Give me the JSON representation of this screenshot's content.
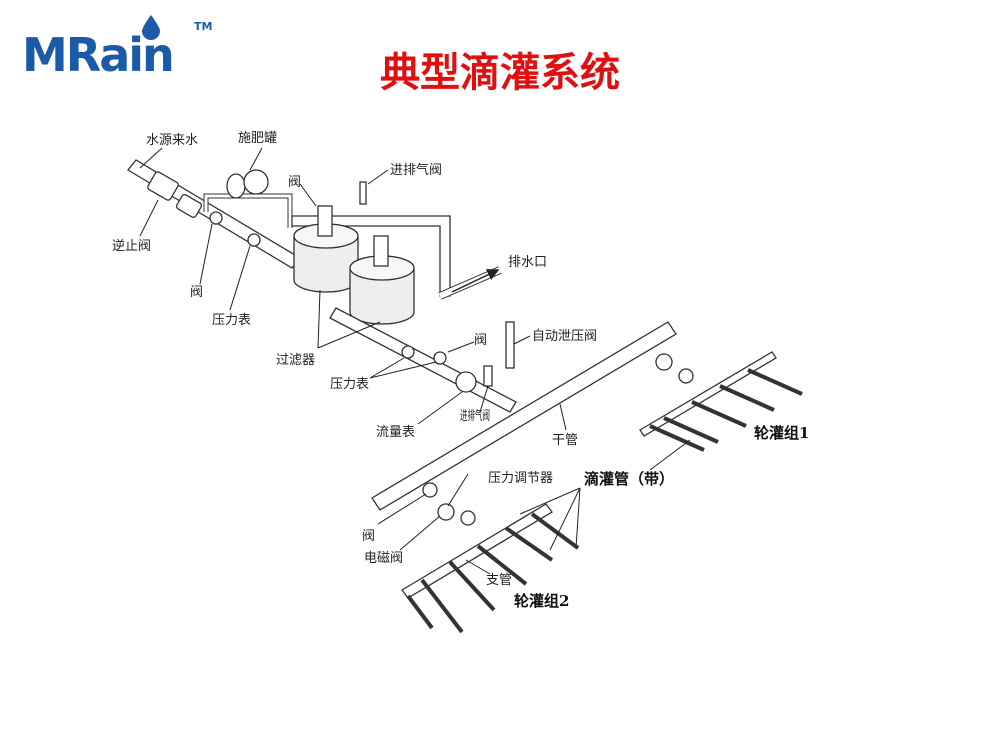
{
  "logo": {
    "text": "MRain",
    "tm": "TM"
  },
  "title": "典型滴灌系统",
  "labels": {
    "water_source": "水源来水",
    "fert_tank": "施肥罐",
    "valve_top": "阀",
    "air_valve_top": "进排气阀",
    "check_valve": "逆止阀",
    "drain": "排水口",
    "valve_left": "阀",
    "gauge_1": "压力表",
    "valve_mid": "阀",
    "auto_relief": "自动泄压阀",
    "filters": "过滤器",
    "gauge_2": "压力表",
    "flowmeter": "流量表",
    "air_valve_mid": "进排气阀",
    "main_pipe": "干管",
    "group1": "轮灌组1",
    "drip_tube": "滴灌管（带）",
    "pressure_reg": "压力调节器",
    "valve_bottom": "阀",
    "solenoid": "电磁阀",
    "lateral": "支管",
    "group2": "轮灌组2"
  }
}
